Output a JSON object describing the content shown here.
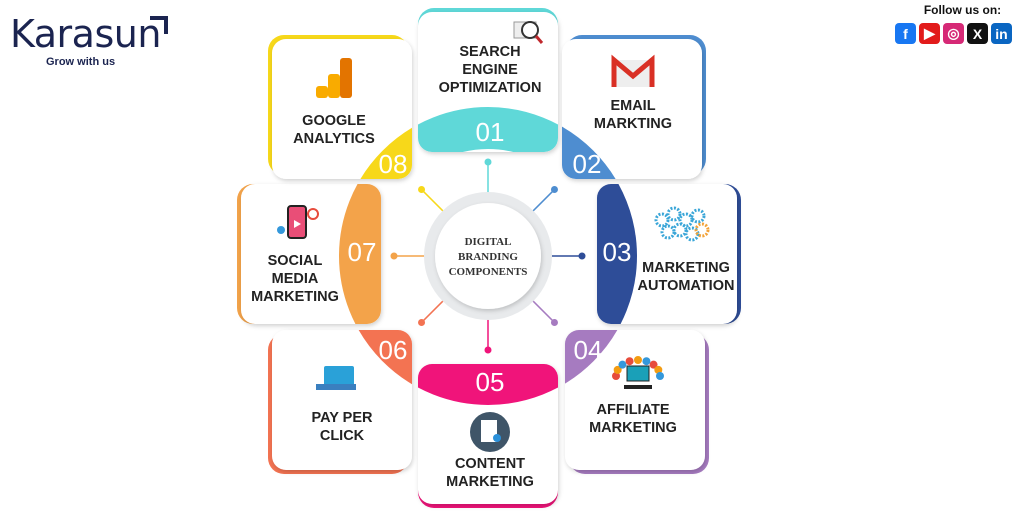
{
  "logo": {
    "name": "Karasun",
    "tagline": "Grow with us"
  },
  "follow": {
    "title": "Follow us on:",
    "icons": [
      {
        "name": "facebook-icon",
        "glyph": "f",
        "color": "#1877f2"
      },
      {
        "name": "youtube-icon",
        "glyph": "▶",
        "color": "#e21b1b"
      },
      {
        "name": "instagram-icon",
        "glyph": "◎",
        "color": "#d62976"
      },
      {
        "name": "x-icon",
        "glyph": "X",
        "color": "#111111"
      },
      {
        "name": "linkedin-icon",
        "glyph": "in",
        "color": "#0a66c2"
      }
    ]
  },
  "center": {
    "lines": [
      "DIGITAL",
      "BRANDING",
      "COMPONENTS"
    ]
  },
  "items": [
    {
      "number": "01",
      "lines": [
        "SEARCH",
        "ENGINE",
        "OPTIMIZATION"
      ],
      "color": "#5fd8d8",
      "icon": "seo-magnifier-icon"
    },
    {
      "number": "02",
      "lines": [
        "EMAIL",
        "MARKTING"
      ],
      "color": "#4e8dd0",
      "icon": "gmail-icon"
    },
    {
      "number": "03",
      "lines": [
        "MARKETING",
        "AUTOMATION"
      ],
      "color": "#2e4d98",
      "icon": "gears-icon"
    },
    {
      "number": "04",
      "lines": [
        "AFFILIATE",
        "MARKETING"
      ],
      "color": "#a67bc0",
      "icon": "affiliate-network-icon"
    },
    {
      "number": "05",
      "lines": [
        "CONTENT",
        "MARKETING"
      ],
      "color": "#f0147a",
      "icon": "document-icon"
    },
    {
      "number": "06",
      "lines": [
        "PAY PER",
        "CLICK"
      ],
      "color": "#f37352",
      "icon": "pay-per-click-icon"
    },
    {
      "number": "07",
      "lines": [
        "SOCIAL",
        "MEDIA",
        "MARKETING"
      ],
      "color": "#f3a34a",
      "icon": "social-media-phone-icon"
    },
    {
      "number": "08",
      "lines": [
        "GOOGLE",
        "ANALYTICS"
      ],
      "color": "#f7d81a",
      "icon": "google-analytics-icon"
    }
  ]
}
